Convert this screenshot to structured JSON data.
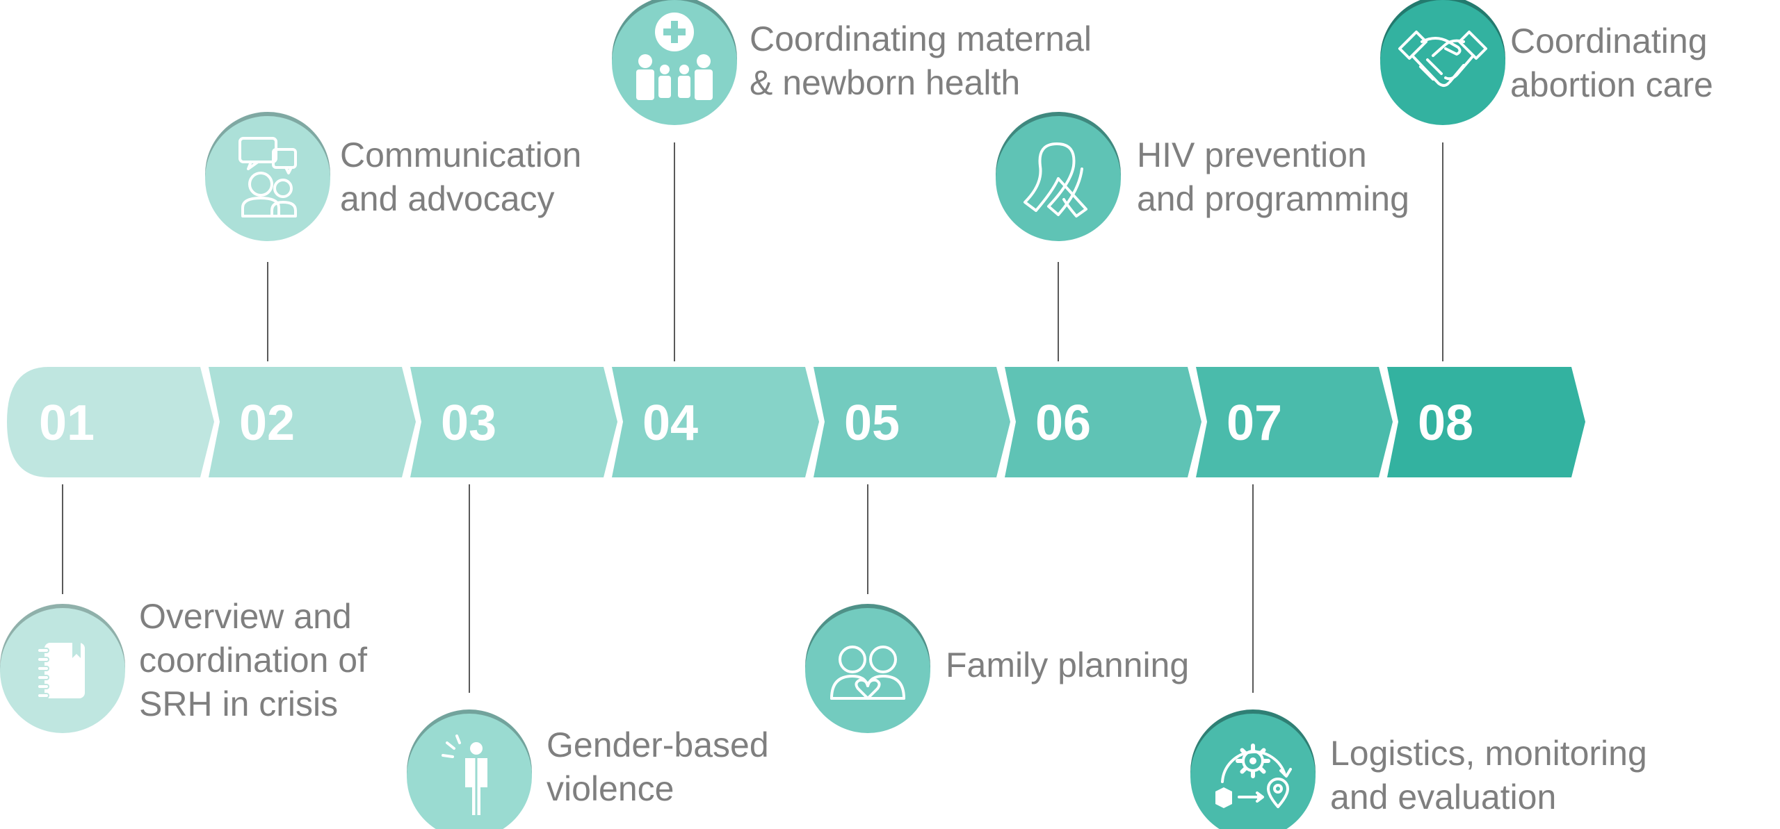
{
  "steps": [
    {
      "num": "01",
      "label_lines": [
        "Overview and",
        "coordination of",
        "SRH in crisis"
      ],
      "icon": "notebook-icon",
      "color": "#bfe6e0",
      "dark": "#8fb0aa",
      "iconColor": "#bfe6e0"
    },
    {
      "num": "02",
      "label_lines": [
        "Communication",
        "and advocacy"
      ],
      "icon": "communication-people-icon",
      "color": "#ace0d8",
      "dark": "#7fa8a2",
      "iconColor": "#ace0d8"
    },
    {
      "num": "03",
      "label_lines": [
        "Gender-based",
        "violence"
      ],
      "icon": "person-injury-icon",
      "color": "#9adbd1",
      "dark": "#72a39c",
      "iconColor": "#9adbd1"
    },
    {
      "num": "04",
      "label_lines": [
        "Coordinating maternal",
        "& newborn health"
      ],
      "icon": "family-health-icon",
      "color": "#86d3c8",
      "dark": "#5f9991",
      "iconColor": "#86d3c8"
    },
    {
      "num": "05",
      "label_lines": [
        "Family planning"
      ],
      "icon": "couple-heart-icon",
      "color": "#73cbbf",
      "dark": "#4f9188",
      "iconColor": "#73cbbf"
    },
    {
      "num": "06",
      "label_lines": [
        "HIV prevention",
        "and programming"
      ],
      "icon": "awareness-ribbon-icon",
      "color": "#5fc3b5",
      "dark": "#3f887e",
      "iconColor": "#5fc3b5"
    },
    {
      "num": "07",
      "label_lines": [
        "Logistics, monitoring",
        "and evaluation"
      ],
      "icon": "logistics-gear-icon",
      "color": "#4abbab",
      "dark": "#2f7f74",
      "iconColor": "#4abbab"
    },
    {
      "num": "08",
      "label_lines": [
        "Coordinating",
        "abortion care"
      ],
      "icon": "handshake-icon",
      "color": "#33b2a0",
      "dark": "#237a6e",
      "iconColor": "#33b2a0"
    }
  ]
}
